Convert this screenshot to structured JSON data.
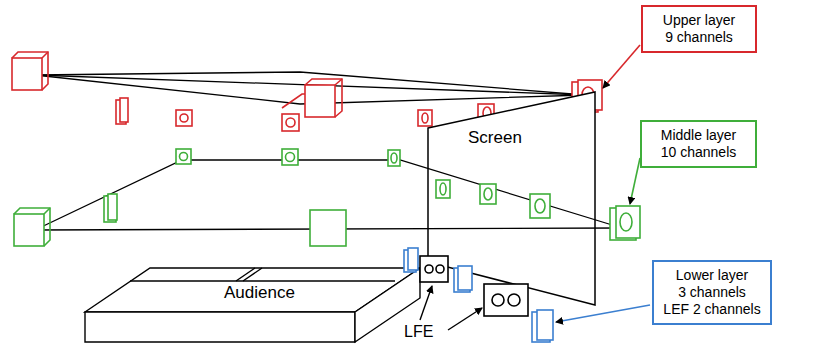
{
  "diagram": {
    "nodes": [
      {
        "text": [
          "Upper layer",
          "9 channels"
        ]
      },
      {
        "text": [
          "Middle layer",
          "10 channels"
        ]
      },
      {
        "text": [
          "Lower layer",
          "3 channels",
          "LEF 2 channels"
        ]
      }
    ],
    "labels": [
      "Screen",
      "Audience",
      "LFE"
    ]
  }
}
